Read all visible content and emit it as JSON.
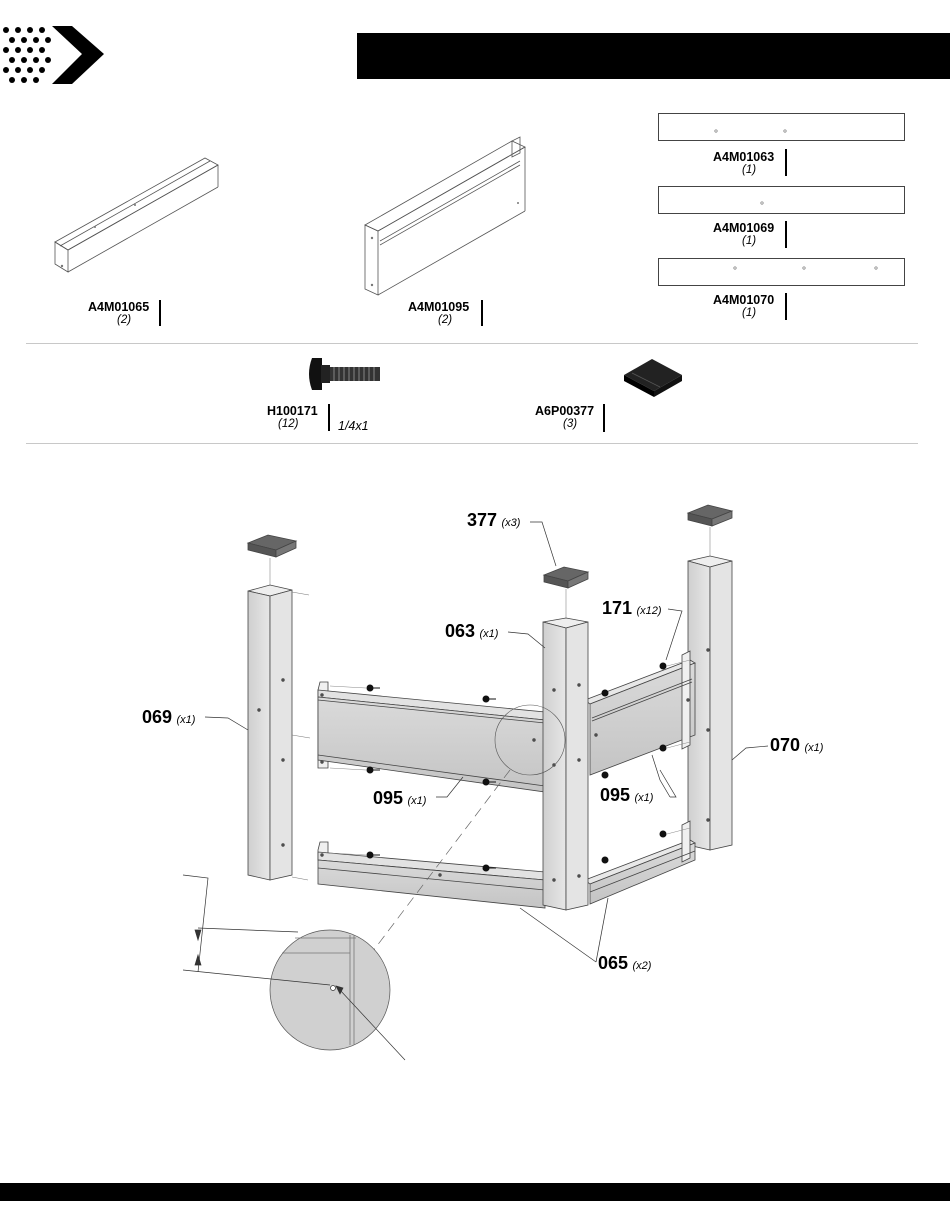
{
  "parts": [
    {
      "code": "A4M01065",
      "qty": "(2)"
    },
    {
      "code": "A4M01095",
      "qty": "(2)"
    },
    {
      "code": "A4M01063",
      "qty": "(1)"
    },
    {
      "code": "A4M01069",
      "qty": "(1)"
    },
    {
      "code": "A4M01070",
      "qty": "(1)"
    }
  ],
  "hardware": [
    {
      "code": "H100171",
      "qty": "(12)",
      "size": "1/4x1"
    },
    {
      "code": "A6P00377",
      "qty": "(3)"
    }
  ],
  "callouts": [
    {
      "num": "377",
      "qty": "(x3)"
    },
    {
      "num": "063",
      "qty": "(x1)"
    },
    {
      "num": "171",
      "qty": "(x12)"
    },
    {
      "num": "069",
      "qty": "(x1)"
    },
    {
      "num": "070",
      "qty": "(x1)"
    },
    {
      "num": "095",
      "qty": "(x1)"
    },
    {
      "num": "095",
      "qty": "(x1)"
    },
    {
      "num": "065",
      "qty": "(x2)"
    }
  ]
}
